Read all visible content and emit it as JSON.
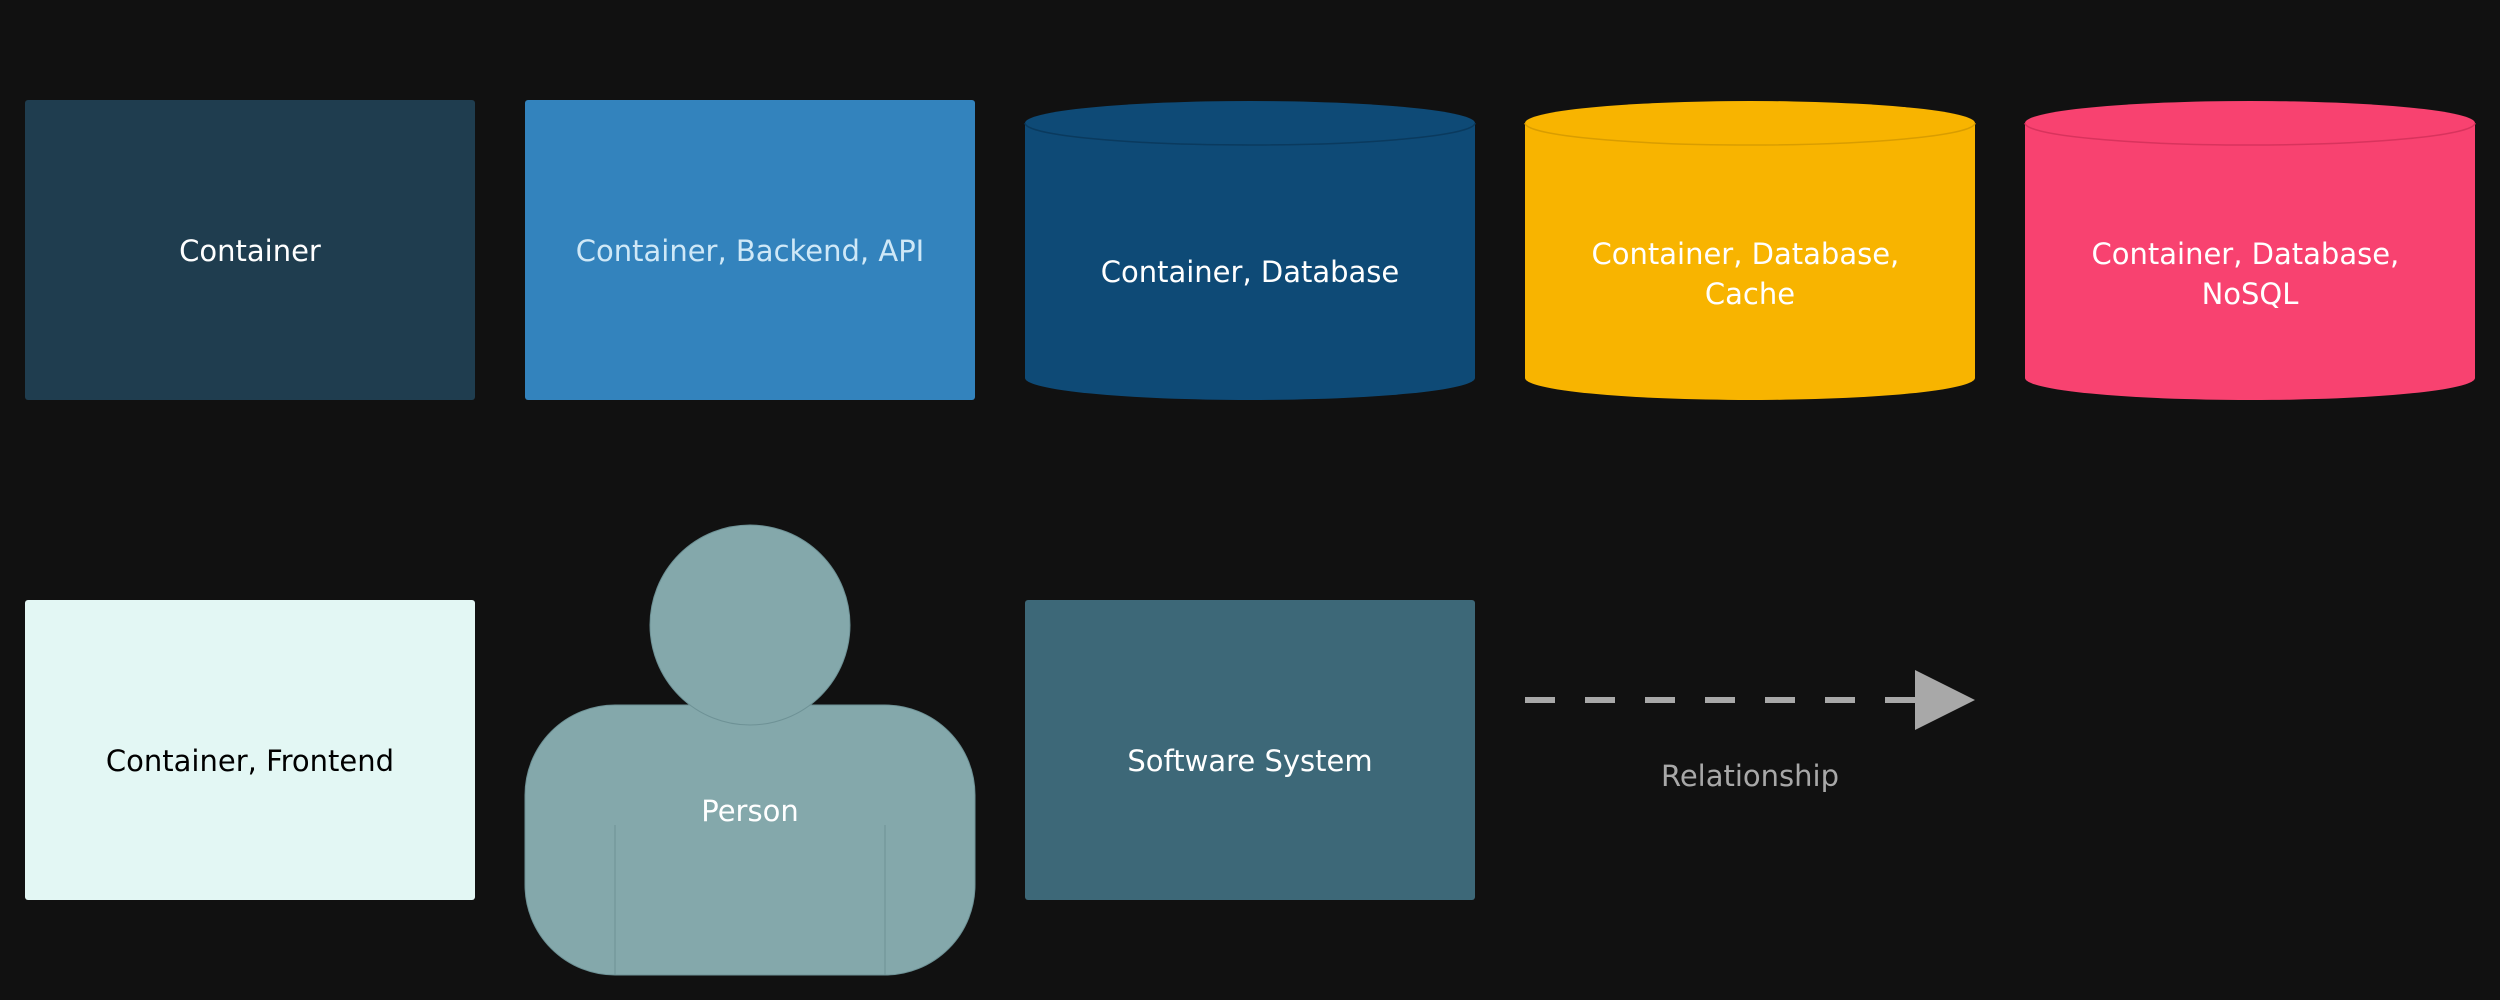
{
  "legend": {
    "container": {
      "label": "Container",
      "fill": "#1f3d4f",
      "text_color": "#ffffff"
    },
    "backend_api": {
      "label": "Container, Backend, API",
      "fill": "#3383bd",
      "text_color": "#cfe8f7"
    },
    "database": {
      "label": "Container, Database",
      "fill": "#0e4a76",
      "text_color": "#ffffff"
    },
    "cache": {
      "label_line1": "Container, Database,",
      "label_line2": "Cache",
      "fill": "#f8b400",
      "text_color": "#ffffff"
    },
    "nosql": {
      "label_line1": "Container, Database,",
      "label_line2": "NoSQL",
      "fill": "#f84270",
      "text_color": "#ffffff"
    },
    "frontend": {
      "label": "Container, Frontend",
      "fill": "#e3f7f4",
      "text_color": "#000000"
    },
    "person": {
      "label": "Person",
      "fill": "#84a8ab",
      "text_color": "#ffffff"
    },
    "software_system": {
      "label": "Software System",
      "fill": "#3d6878",
      "text_color": "#ffffff"
    },
    "relationship": {
      "label": "Relationship",
      "color": "#a8a8a8"
    }
  }
}
